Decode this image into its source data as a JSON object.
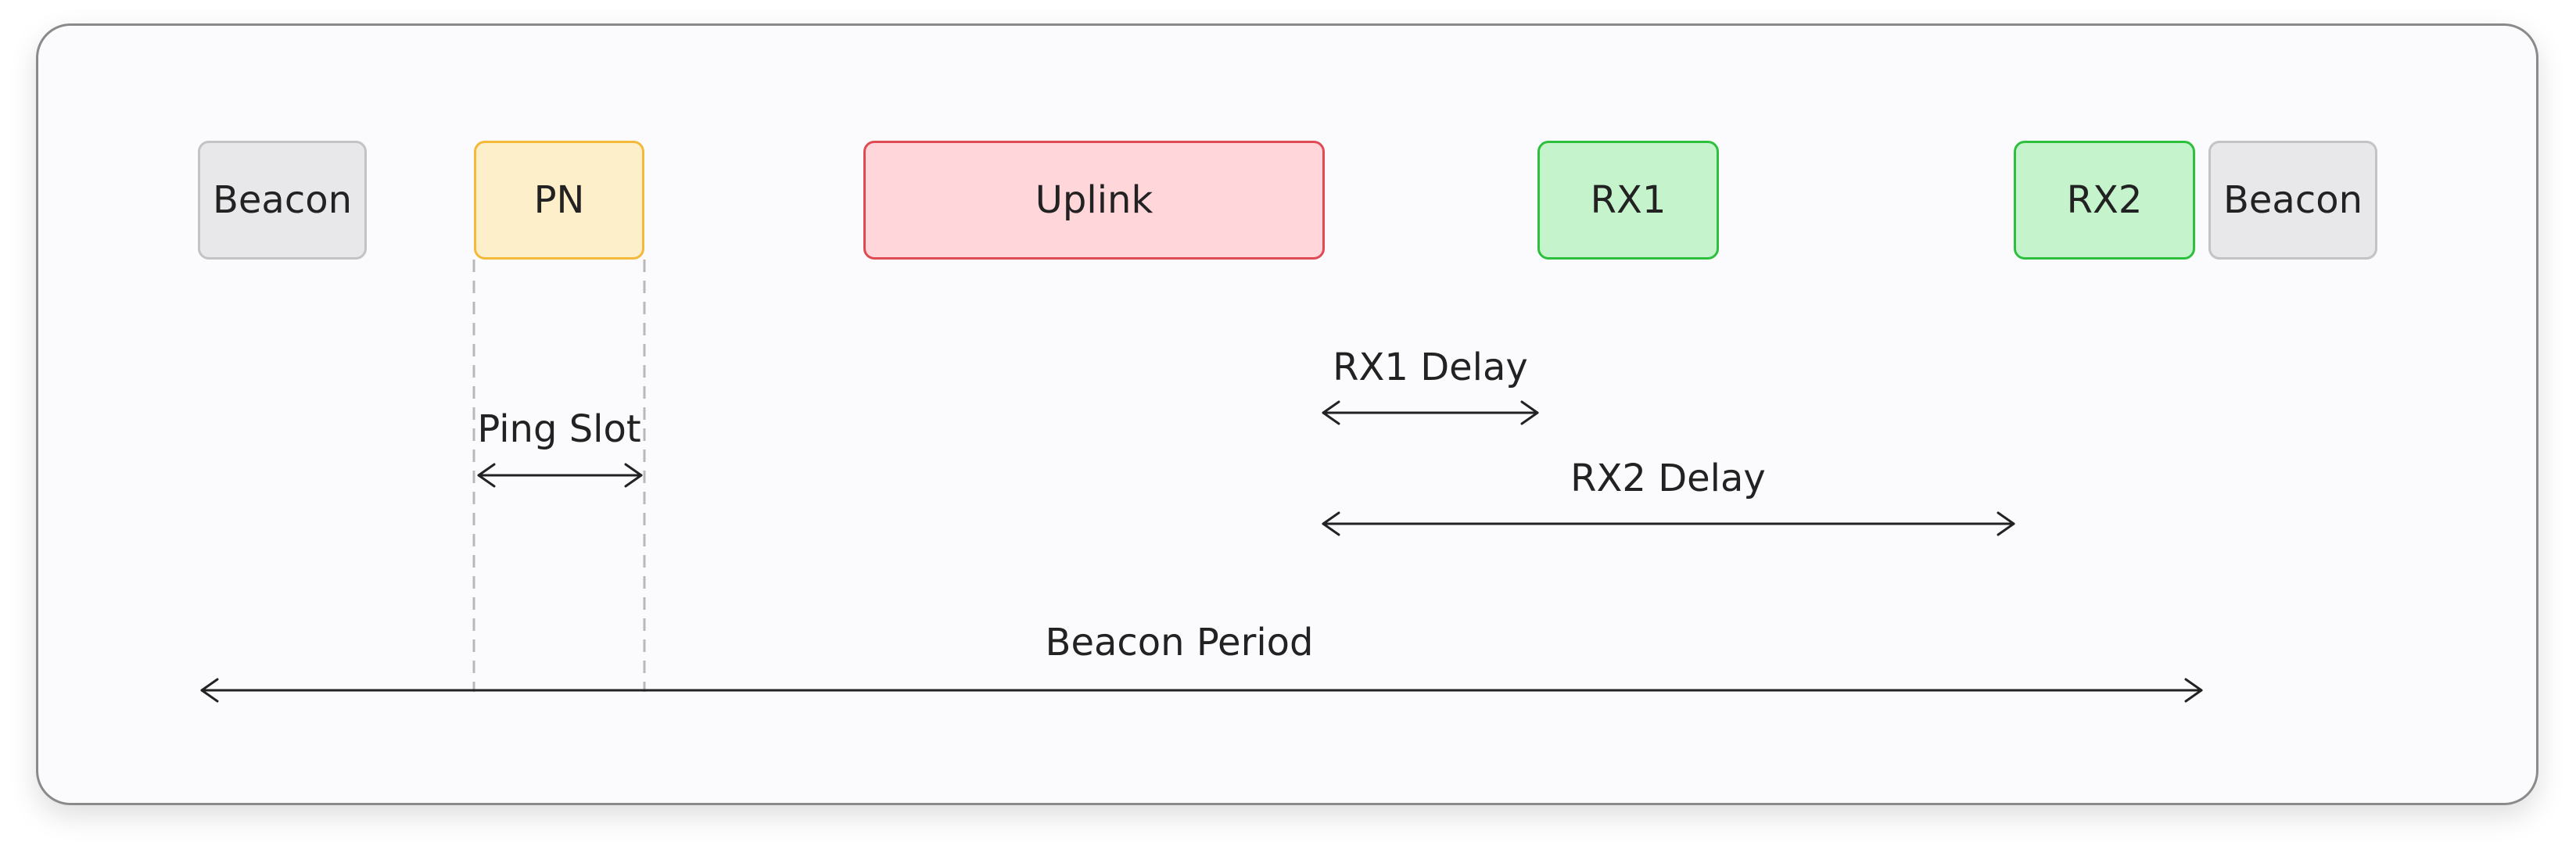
{
  "colors": {
    "beacon_fill": "#e8e8eb",
    "beacon_border": "#c3c3c7",
    "pn_fill": "#feefcb",
    "pn_border": "#f2b93a",
    "uplink_fill": "#ffd7da",
    "uplink_border": "#e04a55",
    "rx_fill": "#c5f3cb",
    "rx_border": "#2fbf3e",
    "line": "#222222",
    "guide": "#b8b8b8"
  },
  "blocks": {
    "beacon_start": "Beacon",
    "pn": "PN",
    "uplink": "Uplink",
    "rx1": "RX1",
    "rx2": "RX2",
    "beacon_end": "Beacon"
  },
  "labels": {
    "ping_slot": "Ping Slot",
    "rx1_delay": "RX1 Delay",
    "rx2_delay": "RX2 Delay",
    "beacon_period": "Beacon Period"
  }
}
